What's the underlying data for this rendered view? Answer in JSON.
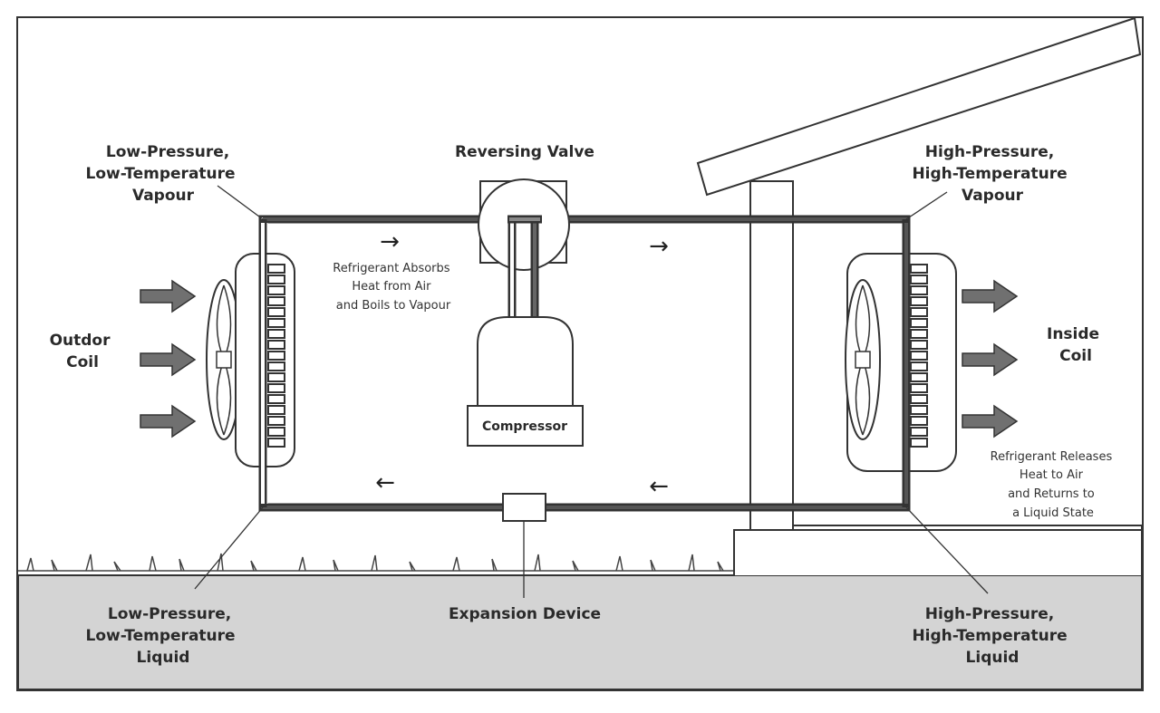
{
  "labels": {
    "lp_vapour": [
      "Low-Pressure,",
      "Low-Temperature",
      "Vapour"
    ],
    "reversing_valve": "Reversing Valve",
    "hp_vapour": [
      "High-Pressure,",
      "High-Temperature",
      "Vapour"
    ],
    "outdoor_coil": [
      "Outdor",
      "Coil"
    ],
    "inside_coil": [
      "Inside",
      "Coil"
    ],
    "absorbs_note": [
      "Refrigerant Absorbs",
      "Heat from Air",
      "and Boils to Vapour"
    ],
    "releases_note": [
      "Refrigerant Releases",
      "Heat to Air",
      "and Returns to",
      "a Liquid State"
    ],
    "compressor": "Compressor",
    "lp_liquid": [
      "Low-Pressure,",
      "Low-Temperature",
      "Liquid"
    ],
    "expansion_device": "Expansion Device",
    "hp_liquid": [
      "High-Pressure,",
      "High-Temperature",
      "Liquid"
    ]
  },
  "flow_arrows": {
    "right": "→",
    "left": "←"
  },
  "colors": {
    "ground": "#d4d4d4",
    "line": "#333333",
    "airflow_arrow": "#707070",
    "pipe_fill": "#ffffff"
  }
}
